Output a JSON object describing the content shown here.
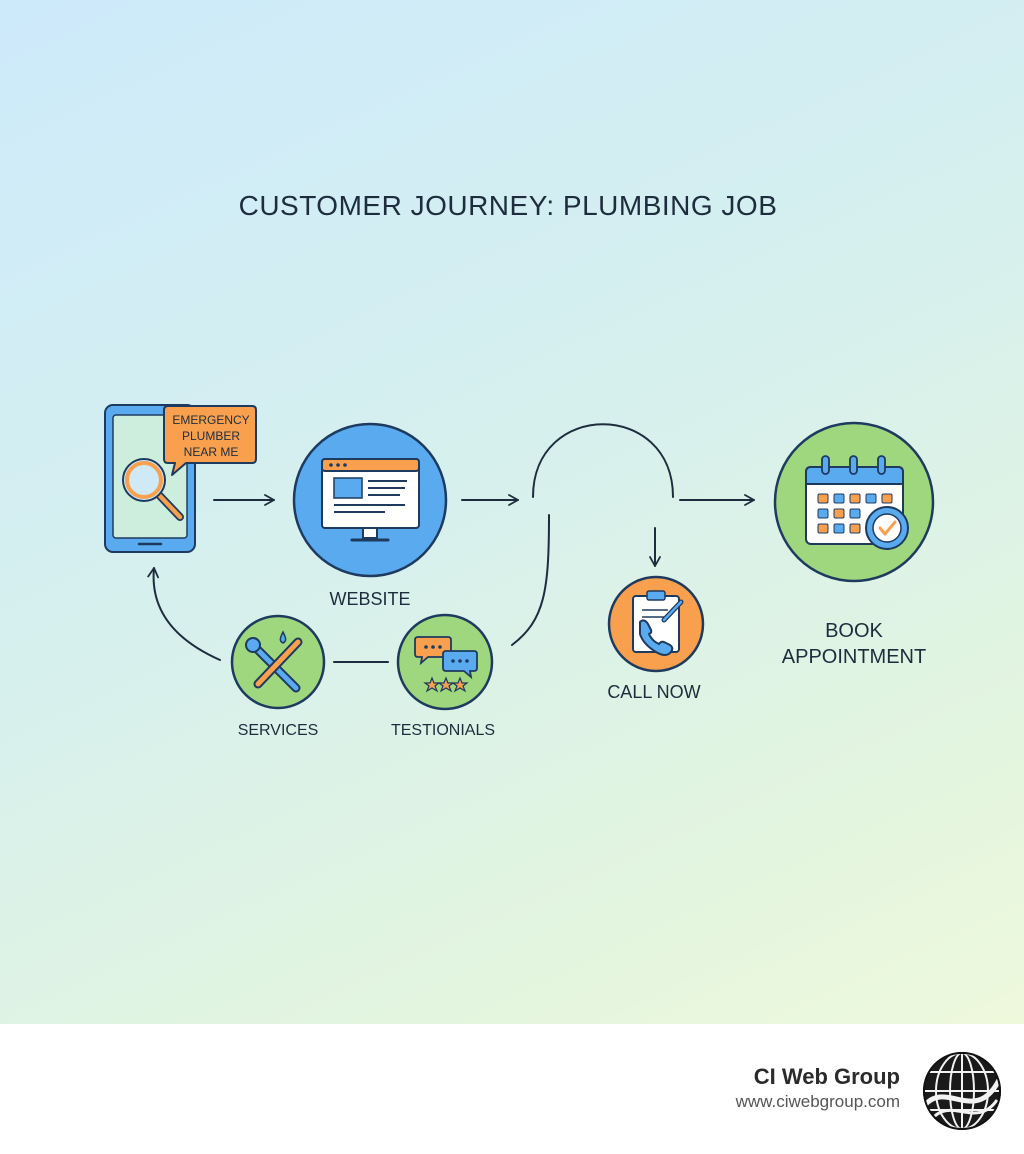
{
  "title": "CUSTOMER JOURNEY: PLUMBING JOB",
  "nodes": {
    "search_bubble": [
      "EMERGENCY",
      "PLUMBER",
      "NEAR ME"
    ],
    "website": "WEBSITE",
    "services": "SERVICES",
    "testimonials": "TESTIONIALS",
    "call_now": "CALL NOW",
    "book_appointment": [
      "BOOK",
      "APPOINTMENT"
    ]
  },
  "colors": {
    "blue": "#5aaaf0",
    "green": "#9ed77e",
    "orange": "#f8a04e",
    "outline": "#1e3a5f"
  },
  "icons": [
    "smartphone-icon",
    "magnifier-icon",
    "monitor-icon",
    "wrench-screwdriver-icon",
    "chat-bubbles-icon",
    "stars-icon",
    "phone-clipboard-icon",
    "calendar-check-icon",
    "globe-logo"
  ],
  "footer": {
    "brand_name": "CI Web Group",
    "brand_url": "www.ciwebgroup.com"
  }
}
